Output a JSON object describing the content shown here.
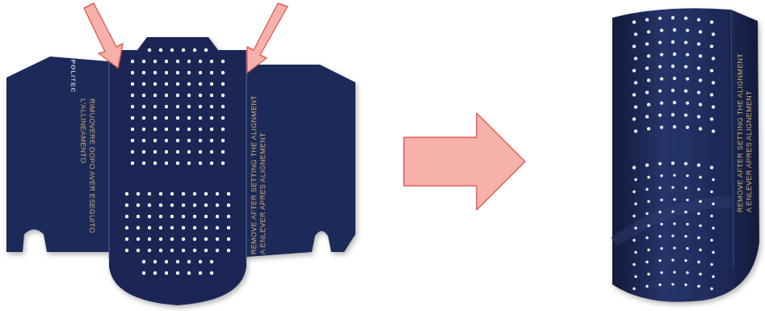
{
  "diagram": {
    "labels": [
      "POLITEC",
      "RIMUOVERE DOPO AVER ESEGUITO L'ALLINEAMENTO",
      "REMOVE AFTER SETTING THE ALIGNMENT",
      "A ENLEVER APRES ALIGNEMENT",
      "REMOVE AFTER SETTING THE ALIGNMENT",
      "A ENLEVER APRES ALIGNEMENT"
    ]
  }
}
